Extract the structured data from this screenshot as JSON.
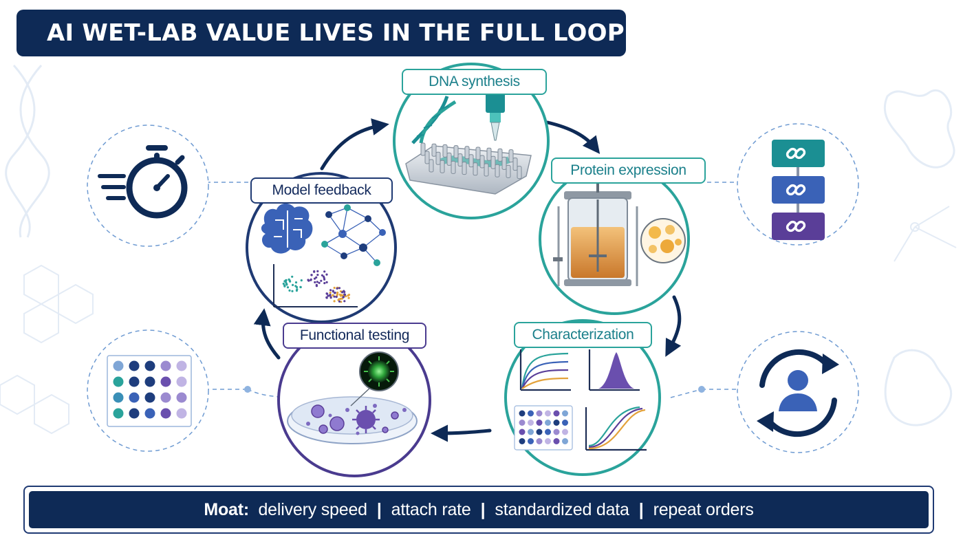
{
  "title": "AI WET-LAB VALUE LIVES IN THE FULL LOOP",
  "loop_stages": [
    {
      "label": "DNA synthesis"
    },
    {
      "label": "Protein expression"
    },
    {
      "label": "Characterization"
    },
    {
      "label": "Functional testing"
    },
    {
      "label": "Model feedback"
    }
  ],
  "side_icons": [
    {
      "icon": "stopwatch-icon",
      "meaning": "delivery speed"
    },
    {
      "icon": "chain-link-stack-icon",
      "meaning": "attach rate"
    },
    {
      "icon": "data-grid-icon",
      "meaning": "standardized data"
    },
    {
      "icon": "repeat-user-icon",
      "meaning": "repeat orders"
    }
  ],
  "moat": {
    "prefix": "Moat:",
    "items": [
      "delivery speed",
      "attach rate",
      "standardized data",
      "repeat orders"
    ],
    "separator": "|"
  },
  "colors": {
    "navy": "#0e2a56",
    "teal": "#2aa39b",
    "blue": "#3a5fb0",
    "purple": "#5a3e98",
    "amber": "#e3a23a"
  }
}
